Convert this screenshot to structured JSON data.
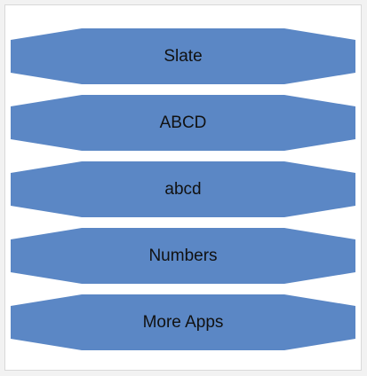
{
  "diagram": {
    "fill_color": "#5b87c5",
    "text_color": "#111111",
    "items": [
      {
        "label": "Slate"
      },
      {
        "label": "ABCD"
      },
      {
        "label": "abcd"
      },
      {
        "label": "Numbers"
      },
      {
        "label": "More Apps"
      }
    ]
  }
}
